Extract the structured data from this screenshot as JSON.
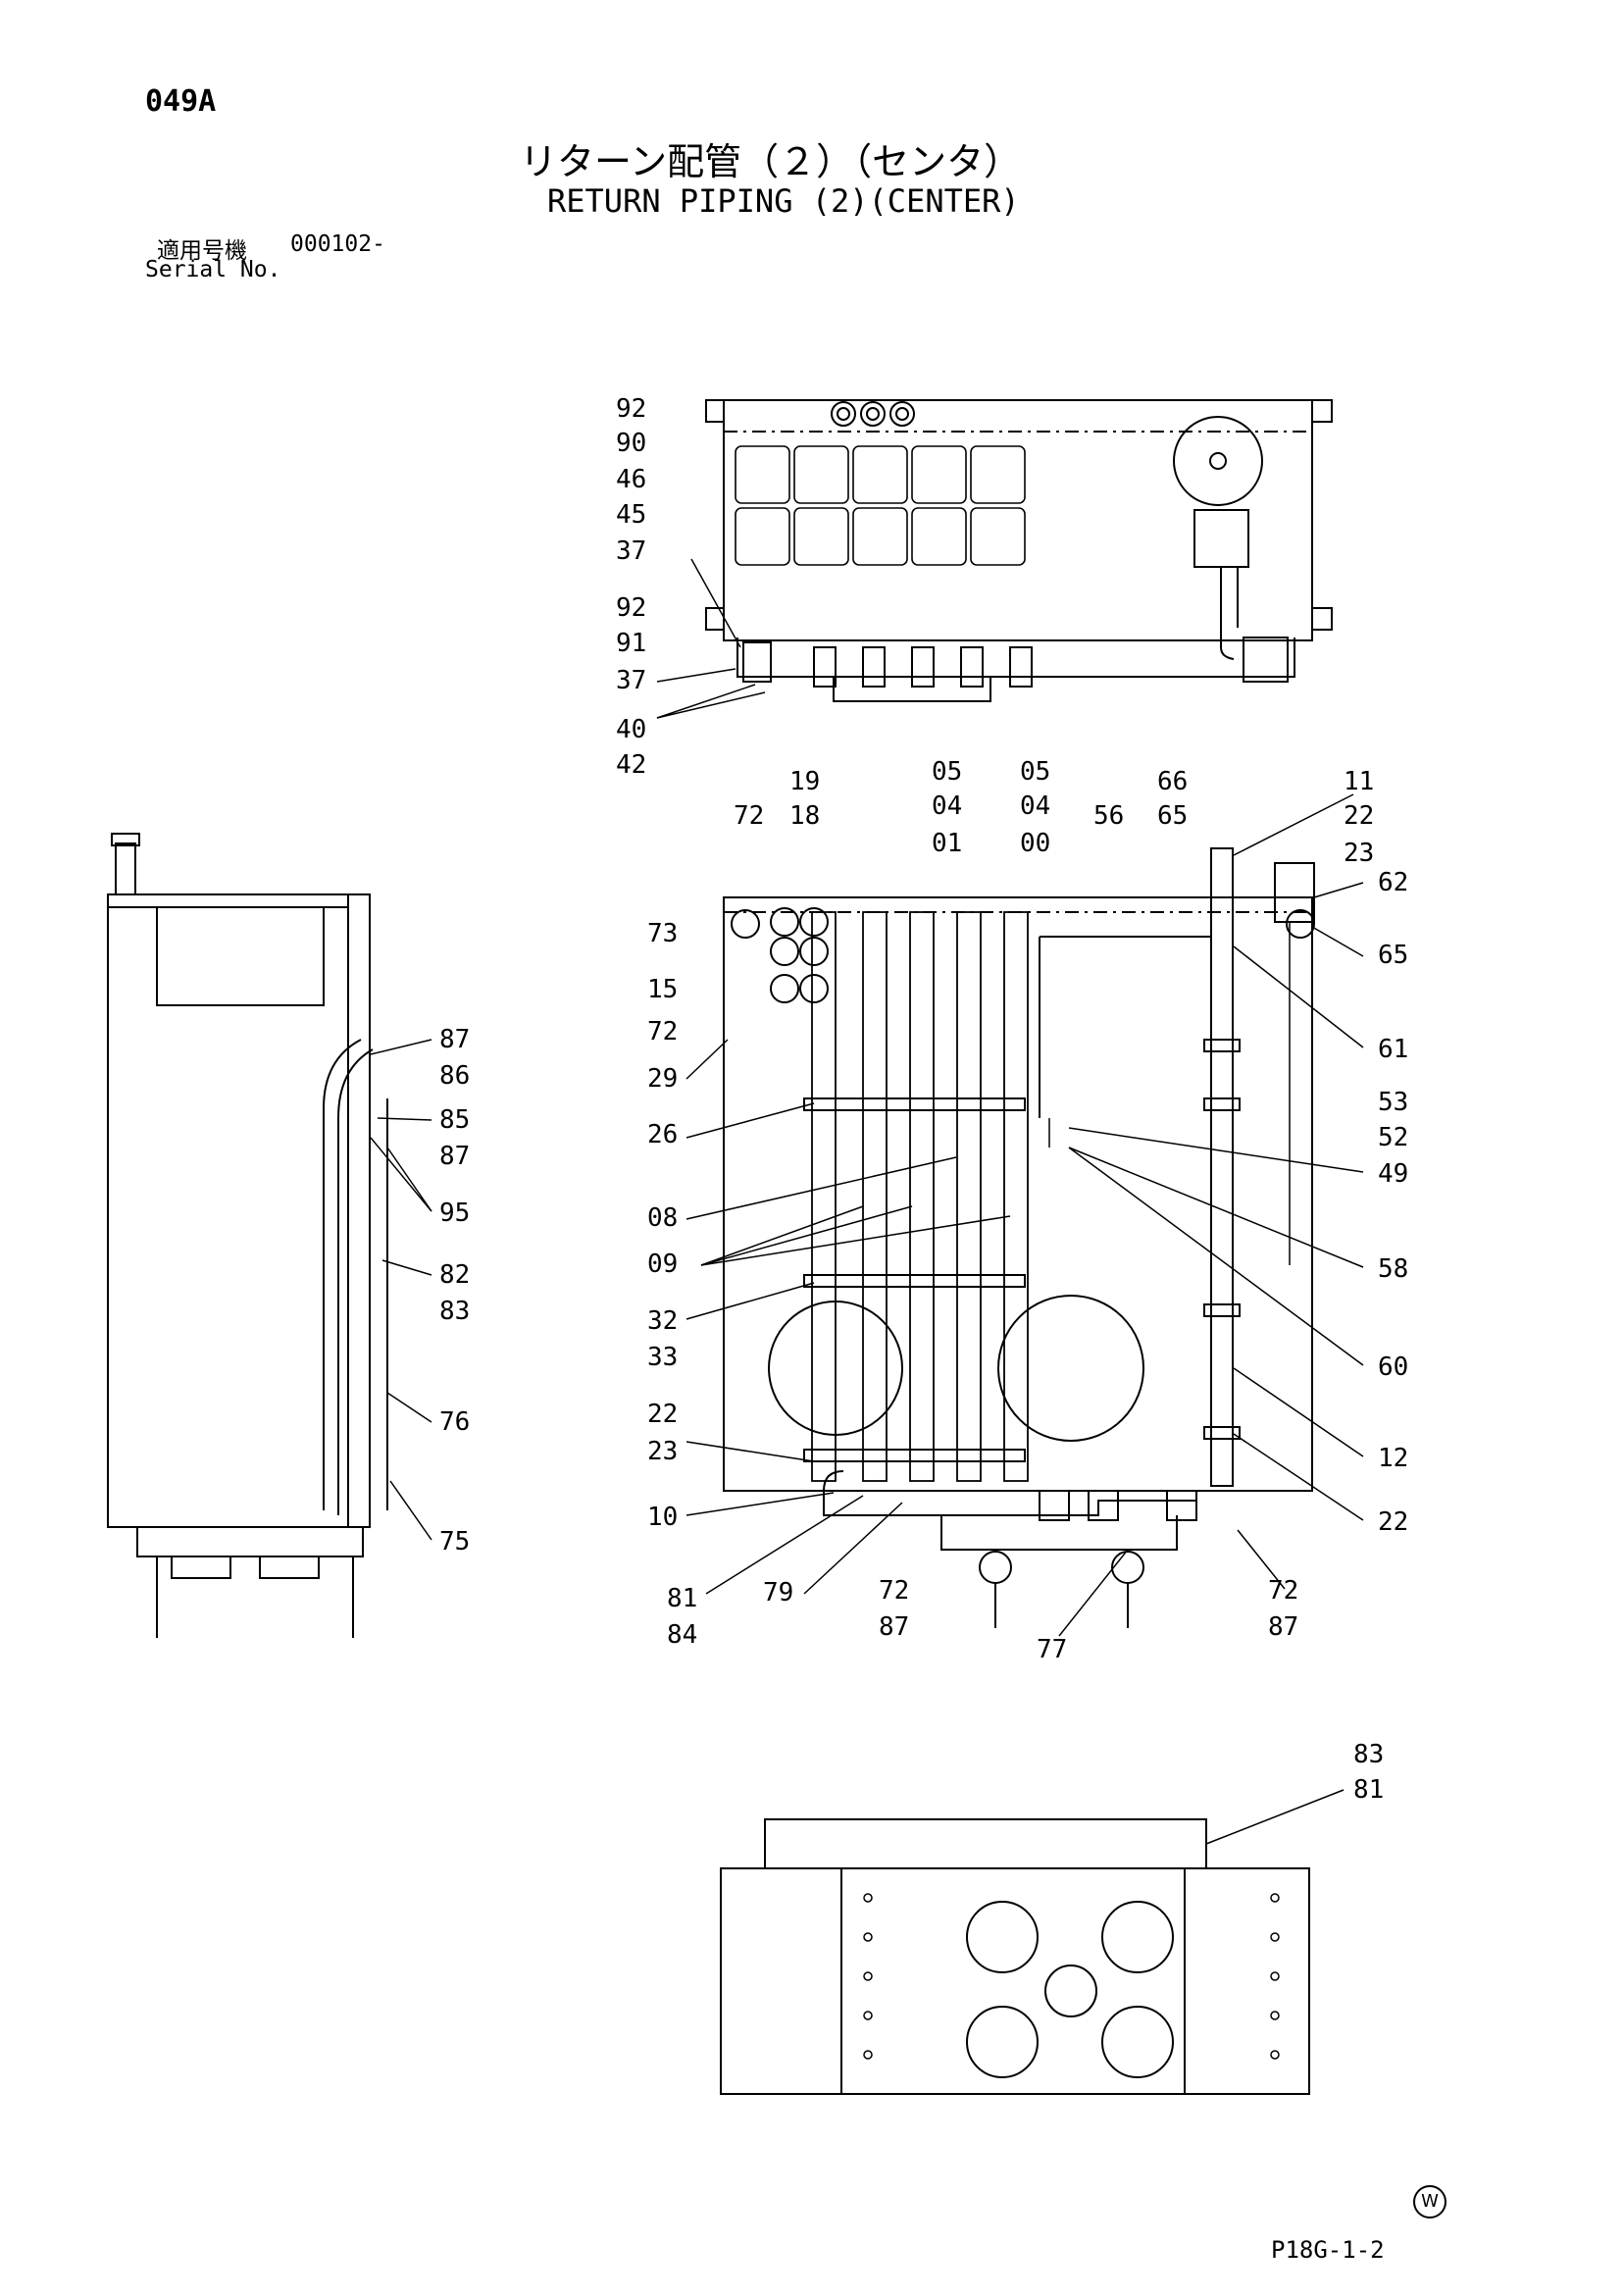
{
  "header": {
    "page_code": "049A",
    "title_jp": "リターン配管（２）（センタ）",
    "title_en": "RETURN PIPING (2)(CENTER)",
    "serial_label_jp": "適用号機",
    "serial_value": "000102-",
    "serial_label_en": "Serial No."
  },
  "footer": {
    "page_ref": "P18G-1-2",
    "mark": "W"
  },
  "callouts": {
    "top_view": [
      "92",
      "90",
      "46",
      "45",
      "37",
      "92",
      "91",
      "37",
      "40",
      "42"
    ],
    "main_view_top": [
      "19",
      "18",
      "72",
      "05",
      "04",
      "01",
      "05",
      "04",
      "00",
      "56",
      "66",
      "65",
      "11",
      "22",
      "23",
      "62",
      "65",
      "61"
    ],
    "main_view_left": [
      "73",
      "15",
      "72",
      "29",
      "26",
      "08",
      "09",
      "32",
      "33",
      "22",
      "23",
      "10",
      "81",
      "84",
      "79",
      "72",
      "87",
      "77",
      "72",
      "87"
    ],
    "main_view_right": [
      "53",
      "52",
      "49",
      "58",
      "60",
      "12",
      "22"
    ],
    "side_view": [
      "87",
      "86",
      "85",
      "87",
      "95",
      "82",
      "83",
      "76",
      "75"
    ],
    "bottom_view": [
      "83",
      "81"
    ]
  }
}
